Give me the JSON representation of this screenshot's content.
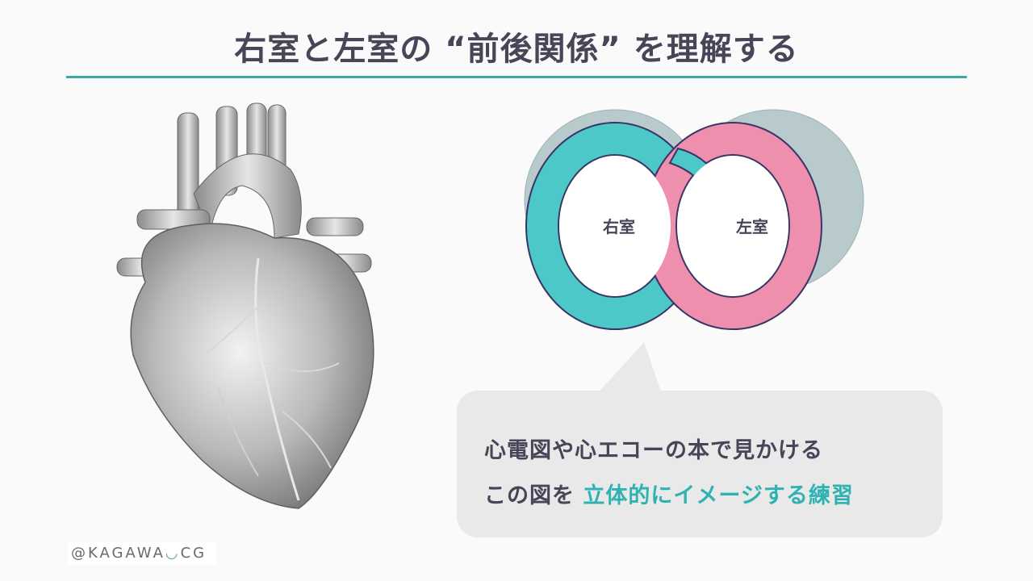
{
  "title": "右室と左室の “前後関係” を理解する",
  "diagram": {
    "right_label": "右室",
    "left_label": "左室",
    "colors": {
      "right": "#4cc8c8",
      "left": "#ee8fae",
      "rim": "#b8cacc",
      "outline": "#3b3566"
    }
  },
  "bubble": {
    "line1": "心電図や心エコーの本で見かける",
    "line2_prefix": "この図を ",
    "line2_highlight": "立体的にイメージする練習"
  },
  "credit": "@KAGAWA",
  "credit_tail": "CG"
}
